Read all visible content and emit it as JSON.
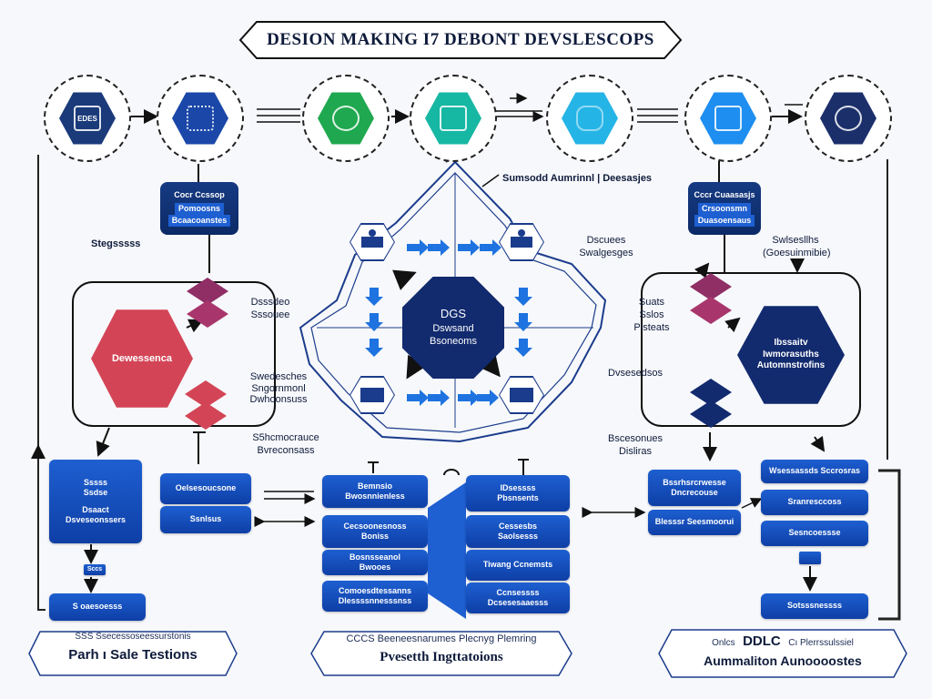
{
  "title": "DESION MAKING I7 DEBONT DEVSLESCOPS",
  "colors": {
    "hex_1": "#1a3a7a",
    "hex_2": "#1a47a8",
    "hex_3": "#1fa84f",
    "hex_4": "#16b7a3",
    "hex_5": "#25b4e6",
    "hex_6": "#1e8ef0",
    "hex_7": "#1b2f6b",
    "accent_red": "#d34556",
    "accent_purple": "#8f2f66",
    "navy": "#122a6e"
  },
  "hex_icons": [
    {
      "icon": "edes-bag-icon",
      "text": "EDES"
    },
    {
      "icon": "chip-icon",
      "text": ""
    },
    {
      "icon": "circuit-icon",
      "text": ""
    },
    {
      "icon": "screen-icon",
      "text": ""
    },
    {
      "icon": "cloud-icon",
      "text": ""
    },
    {
      "icon": "lock-icon",
      "text": ""
    },
    {
      "icon": "gear-icon",
      "text": ""
    }
  ],
  "left_top_box": {
    "line1": "Cocr Ccssop",
    "line2": "Pomoosns",
    "line3": "Bcaacoanstes"
  },
  "right_top_box": {
    "line1": "Cccr Cuaasasjs",
    "line2": "Crsoonsmn",
    "line3": "Duasoensaus"
  },
  "center_top_label": "Sumsodd Aumrinnl | Deesasjes",
  "left_labels": {
    "stages": "Stegsssss",
    "decision_1": "Dsssdeo",
    "decision_2": "Sssouee",
    "strategies_1": "Swedesches",
    "strategies_2": "Sngornmonl",
    "strategies_3": "Dwhoonsuss",
    "sub_1": "S5hcmocrauce",
    "sub_2": "Bvreconsass"
  },
  "left_hex": "Dewessenca",
  "center_core": {
    "line1": "DGS",
    "line2": "Dswsand",
    "line3": "Bsoneoms"
  },
  "right_labels": {
    "discuss_1": "Dscuees",
    "discuss_2": "Swalgesges",
    "state_1": "Suats",
    "state_2": "Sslos",
    "state_3": "Plsteats",
    "desc": "Dvsesedsos",
    "stag_1": "Swlsesllhs",
    "stag_2": "(Goesuinmibie)",
    "eco_1": "Bscesonues",
    "eco_2": "Disliras"
  },
  "right_hex": {
    "line1": "Ibssaitv",
    "line2": "Iwmorasuths",
    "line3": "Automnstrofins"
  },
  "left_col_a": {
    "box1_l1": "Sssss",
    "box1_l2": "Ssdse",
    "box1_l3": "Dsaact",
    "box1_l4": "Dsveseonssers",
    "tag": "Sccs",
    "box2": "S oaesoesss"
  },
  "left_col_b": {
    "box1": "Oelsesoucsone",
    "box2": "Ssnlsus"
  },
  "center_col_a": [
    {
      "l1": "Bemnsio",
      "l2": "Bwosnnienless"
    },
    {
      "l1": "Cecsoonesnoss",
      "l2": "Boniss"
    },
    {
      "l1": "Bosnsseanol",
      "l2": "Bwooes"
    },
    {
      "l1": "Comoesdtessanns",
      "l2": "Dlessssnnesssnss"
    }
  ],
  "center_col_b": [
    {
      "l1": "IDsessss",
      "l2": "Pbsnsents"
    },
    {
      "l1": "Cessesbs",
      "l2": "Saolsesss"
    },
    {
      "l1": "Tiwang Ccnemsts",
      "l2": ""
    },
    {
      "l1": "Ccnsessss",
      "l2": "Dcsesesaaesss"
    }
  ],
  "right_col_a": {
    "box1_l1": "Bssrhsrcrwesse",
    "box1_l2": "Dncrecouse",
    "box2": "Blesssr Seesmoorui"
  },
  "right_col_b": [
    "Wsessassds Sccrosras",
    "Sranresccoss",
    "Sesncoessse",
    "Sotsssnessss"
  ],
  "bottom_left": {
    "sub": "SSS Ssecessoseessurstonis",
    "main": "Parh ı Sale Testions"
  },
  "bottom_center": {
    "sub": "CCCS Beeneesnarumes Plecnyg Plemring",
    "main": "Pvesetth Ingttatoions"
  },
  "bottom_right": {
    "sub_a": "Onlcs",
    "sub_b": "DDLC",
    "sub_c": "Cı Plerrssulssiel",
    "main": "Aummaliton Aunoooostes"
  }
}
